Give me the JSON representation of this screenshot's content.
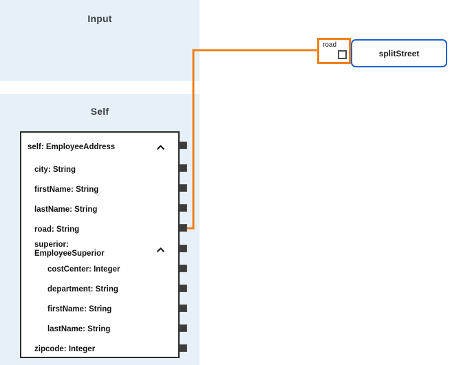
{
  "panels": {
    "input": {
      "title": "Input"
    },
    "self": {
      "title": "Self"
    }
  },
  "self_tree": {
    "root": {
      "label": "self: EmployeeAddress",
      "depth": 0,
      "expanded": true,
      "chevron_icon": "chevron-up-icon",
      "has_port": true
    },
    "rows": [
      {
        "label": "city: String",
        "depth": 1,
        "has_port": true
      },
      {
        "label": "firstName: String",
        "depth": 1,
        "has_port": true
      },
      {
        "label": "lastName: String",
        "depth": 1,
        "has_port": true
      },
      {
        "label": "road: String",
        "depth": 1,
        "has_port": true,
        "connected": true
      },
      {
        "label": "superior:\nEmployeeSuperior",
        "depth": 1,
        "has_port": true,
        "expanded": true,
        "chevron_icon": "chevron-up-icon"
      },
      {
        "label": "costCenter: Integer",
        "depth": 2,
        "has_port": true
      },
      {
        "label": "department: String",
        "depth": 2,
        "has_port": true
      },
      {
        "label": "firstName: String",
        "depth": 2,
        "has_port": true
      },
      {
        "label": "lastName: String",
        "depth": 2,
        "has_port": true
      },
      {
        "label": "zipcode: Integer",
        "depth": 1,
        "has_port": true
      }
    ]
  },
  "node": {
    "name": "splitStreet",
    "input_port": {
      "label": "road",
      "highlighted": true
    }
  },
  "link": {
    "from": "self.road",
    "to": "splitStreet.road",
    "color": "#ef8018"
  },
  "colors": {
    "panel_background": "#e7f0f7",
    "canvas_background": "#ffffff",
    "tree_border": "#2b2b2b",
    "port_fill": "#3c3c3c",
    "link_orange": "#ef8018",
    "node_border_blue": "#1a5fd0",
    "title_text": "#3c4043"
  }
}
